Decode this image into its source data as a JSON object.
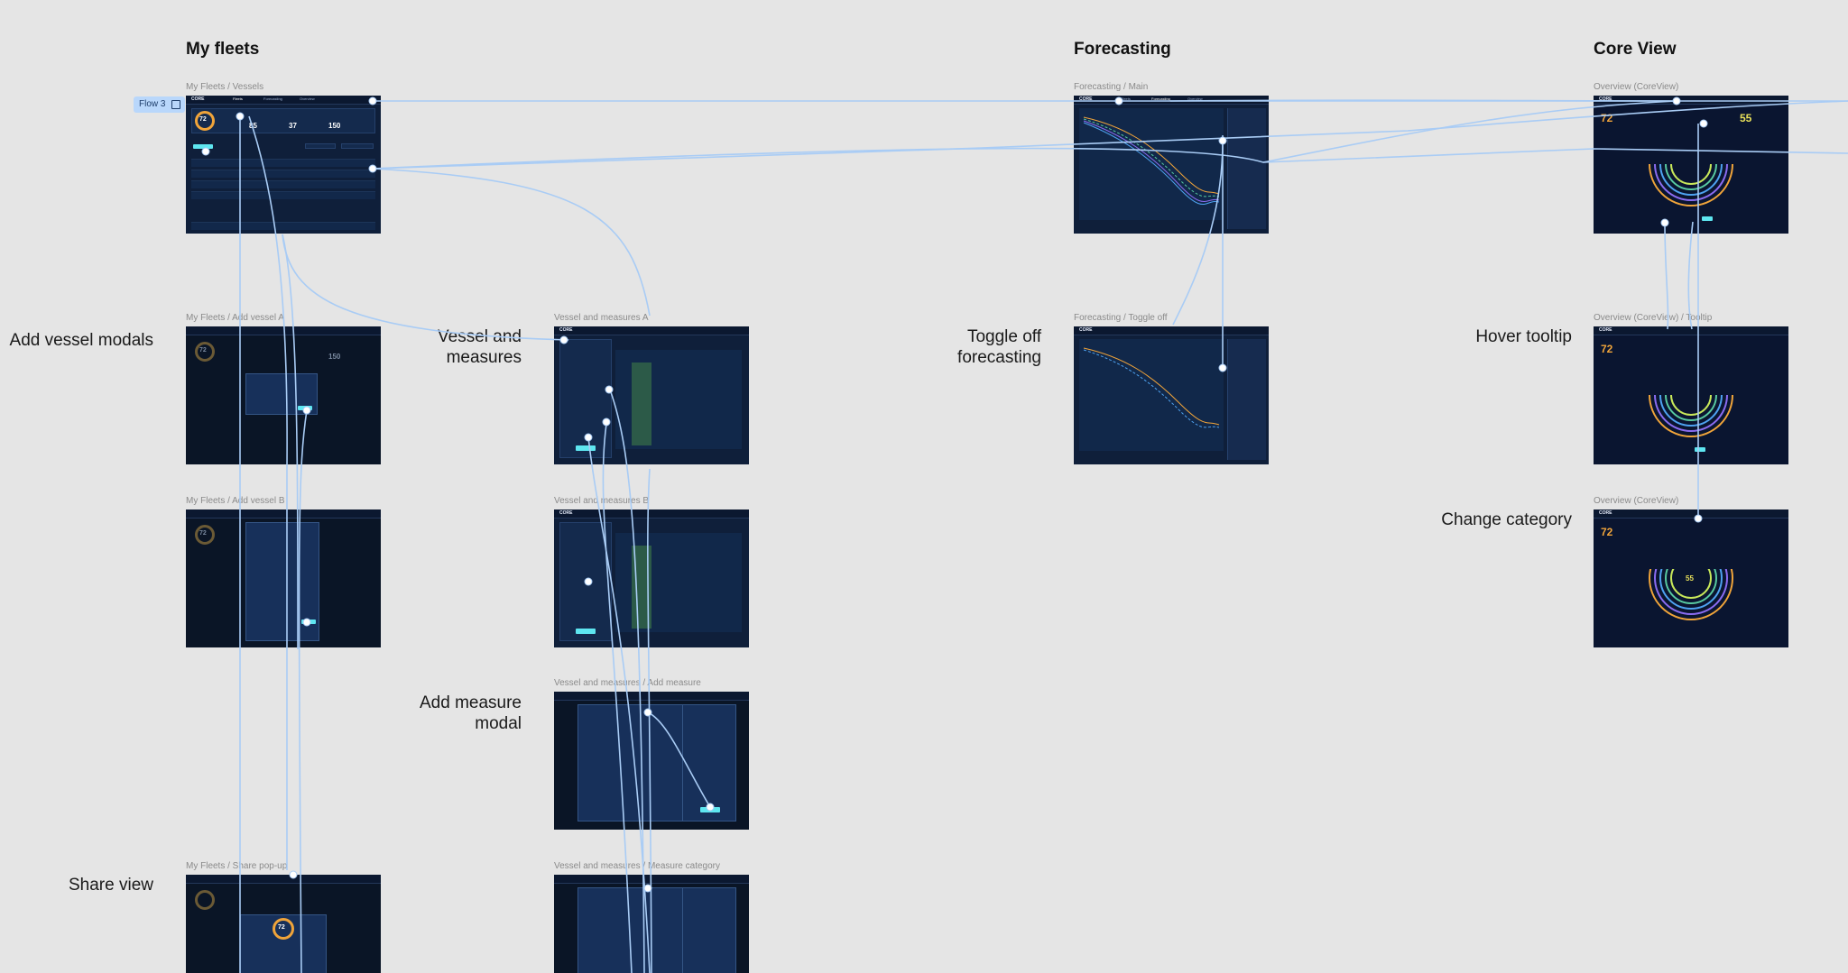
{
  "sections": {
    "my_fleets": "My fleets",
    "forecasting": "Forecasting",
    "core_view": "Core View"
  },
  "flow_chip": {
    "label": "Flow 3",
    "icon": "flow-play-icon"
  },
  "annotations": {
    "add_vessel": "Add vessel modals",
    "vessel_measures_line1": "Vessel and",
    "vessel_measures_line2": "measures",
    "toggle_off_line1": "Toggle off",
    "toggle_off_line2": "forecasting",
    "hover_tooltip": "Hover tooltip",
    "change_category": "Change category",
    "add_measure_line1": "Add measure",
    "add_measure_line2": "modal",
    "share_view": "Share view"
  },
  "frames": {
    "fleets_vessels": "My Fleets / Vessels",
    "fleets_add_a": "My Fleets / Add vessel A",
    "fleets_add_b": "My Fleets / Add vessel B",
    "fleets_share": "My Fleets / Share pop-up",
    "vm_a": "Vessel and measures A",
    "vm_b": "Vessel and measures B",
    "vm_add_measure": "Vessel and measures / Add measure",
    "vm_measure_category": "Vessel and measures / Measure category",
    "forecast_main": "Forecasting / Main",
    "forecast_toggle": "Forecasting / Toggle off",
    "overview": "Overview (CoreView)",
    "overview_tooltip": "Overview (CoreView) / Tooltip",
    "overview_change": "Overview (CoreView)"
  },
  "mini_ui": {
    "logo": "CORE",
    "nav_fleets": "Fleets",
    "nav_forecasting": "Forecasting",
    "nav_overview": "Overview",
    "score": "72",
    "vessels": "85",
    "measures": "37",
    "emissions": "150",
    "secondary_score": "55"
  },
  "colors": {
    "background": "#e5e5e5",
    "frame": "#0f1f3a",
    "wire": "#a9ccf5",
    "accent": "#5ee6f0",
    "orange": "#f0a43a"
  }
}
